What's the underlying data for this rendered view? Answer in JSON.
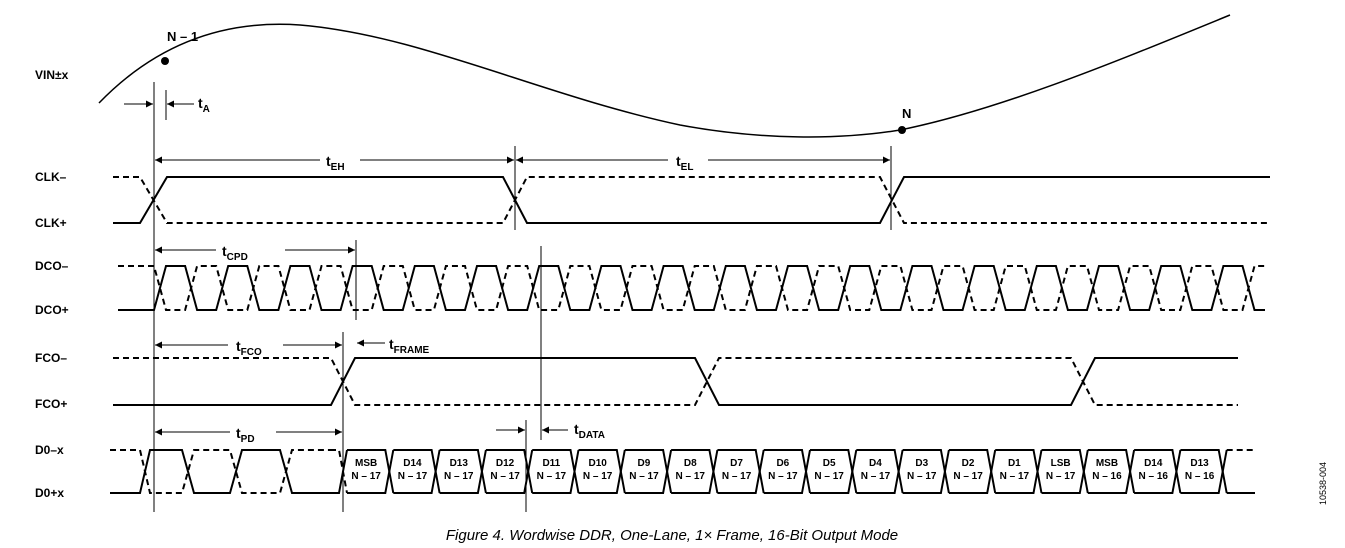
{
  "figure": {
    "caption": "Figure 4. Wordwise DDR, One-Lane, 1× Frame, 16-Bit Output Mode",
    "code": "10538-004"
  },
  "signals": {
    "vin": "VIN±x",
    "clk_minus": "CLK–",
    "clk_plus": "CLK+",
    "dco_minus": "DCO–",
    "dco_plus": "DCO+",
    "fco_minus": "FCO–",
    "fco_plus": "FCO+",
    "d0_minus": "D0–x",
    "d0_plus": "D0+x"
  },
  "samples": {
    "first": "N – 1",
    "second": "N"
  },
  "timing": {
    "ta": {
      "main": "t",
      "sub": "A"
    },
    "teh": {
      "main": "t",
      "sub": "EH"
    },
    "tel": {
      "main": "t",
      "sub": "EL"
    },
    "tcpd": {
      "main": "t",
      "sub": "CPD"
    },
    "tfco": {
      "main": "t",
      "sub": "FCO"
    },
    "tframe": {
      "main": "t",
      "sub": "FRAME"
    },
    "tpd": {
      "main": "t",
      "sub": "PD"
    },
    "tdata": {
      "main": "t",
      "sub": "DATA"
    }
  },
  "data_bits": [
    {
      "bit": "MSB",
      "sample": "N – 17"
    },
    {
      "bit": "D14",
      "sample": "N – 17"
    },
    {
      "bit": "D13",
      "sample": "N – 17"
    },
    {
      "bit": "D12",
      "sample": "N – 17"
    },
    {
      "bit": "D11",
      "sample": "N – 17"
    },
    {
      "bit": "D10",
      "sample": "N – 17"
    },
    {
      "bit": "D9",
      "sample": "N – 17"
    },
    {
      "bit": "D8",
      "sample": "N – 17"
    },
    {
      "bit": "D7",
      "sample": "N – 17"
    },
    {
      "bit": "D6",
      "sample": "N – 17"
    },
    {
      "bit": "D5",
      "sample": "N – 17"
    },
    {
      "bit": "D4",
      "sample": "N – 17"
    },
    {
      "bit": "D3",
      "sample": "N – 17"
    },
    {
      "bit": "D2",
      "sample": "N – 17"
    },
    {
      "bit": "D1",
      "sample": "N – 17"
    },
    {
      "bit": "LSB",
      "sample": "N – 17"
    },
    {
      "bit": "MSB",
      "sample": "N – 16"
    },
    {
      "bit": "D14",
      "sample": "N – 16"
    },
    {
      "bit": "D13",
      "sample": "N – 16"
    }
  ]
}
